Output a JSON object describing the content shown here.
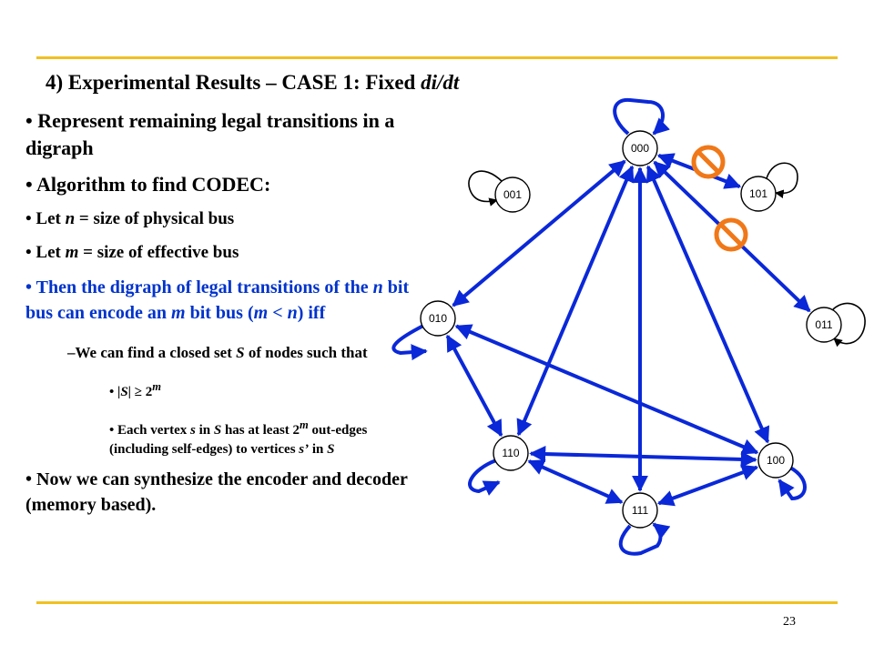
{
  "title": {
    "prefix": "4) Experimental Results – CASE 1: Fixed ",
    "italic": "di/dt"
  },
  "bullets": {
    "b1": "• Represent remaining legal transitions in a digraph",
    "b2": "• Algorithm to find CODEC:",
    "b3": [
      "• Let ",
      "n",
      " = size of physical bus"
    ],
    "b4": [
      "• Let ",
      "m",
      " = size of effective bus"
    ],
    "b5": [
      "• Then the digraph of legal transitions of the ",
      "n",
      " bit bus can encode an ",
      "m",
      " bit bus (",
      "m",
      " < ",
      "n",
      ") iff"
    ],
    "s1": [
      "–We can find a closed set ",
      "S",
      " of nodes such that"
    ],
    "s2": [
      "• |",
      "S",
      "| ≥ 2",
      "m"
    ],
    "s3": [
      "• Each vertex ",
      "s",
      " in ",
      "S",
      " has at least 2",
      "m",
      " out-edges (including self-edges) to vertices ",
      "s’",
      " in ",
      "S"
    ],
    "b6": "• Now we can synthesize the encoder and decoder (memory based)."
  },
  "graph": {
    "nodes": [
      "000",
      "001",
      "101",
      "010",
      "011",
      "110",
      "100",
      "111"
    ],
    "edge_color": "#0a28d8",
    "forbidden_color": "#f07818"
  },
  "page_number": "23"
}
